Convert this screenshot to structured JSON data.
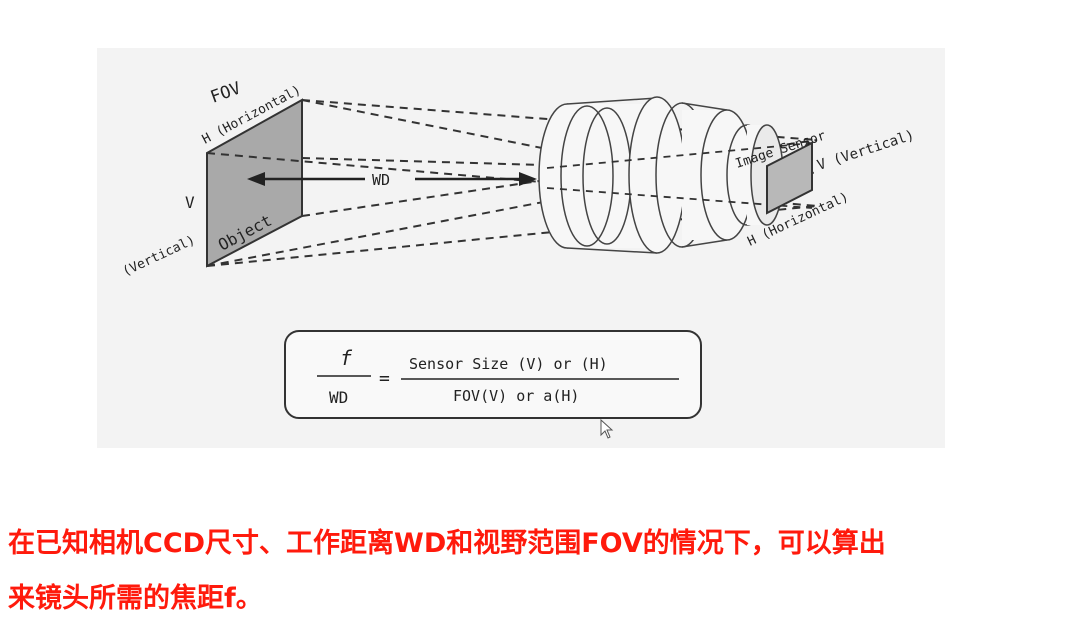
{
  "diagram": {
    "fov_label": "FOV",
    "object_h_label": "H (Horizontal)",
    "object_v_label": "V",
    "object_v_sub_label": "(Vertical)",
    "object_label": "Object",
    "wd_label": "WD",
    "sensor_label": "Image Sensor",
    "sensor_v_label": "V (Vertical)",
    "sensor_h_label": "H (Horizontal)"
  },
  "formula": {
    "lhs_numerator": "f",
    "lhs_denominator": "WD",
    "equals": "=",
    "rhs_numerator": "Sensor Size (V) or (H)",
    "rhs_denominator": "FOV(V) or a(H)"
  },
  "caption": {
    "line1": "在已知相机CCD尺寸、工作距离WD和视野范围FOV的情况下，可以算出",
    "line2": "来镜头所需的焦距f。"
  },
  "colors": {
    "caption": "#ff1a0c",
    "figure_background": "#f3f3f3",
    "object_fill": "#a9a9a9",
    "sensor_fill": "#b8b8b8"
  }
}
